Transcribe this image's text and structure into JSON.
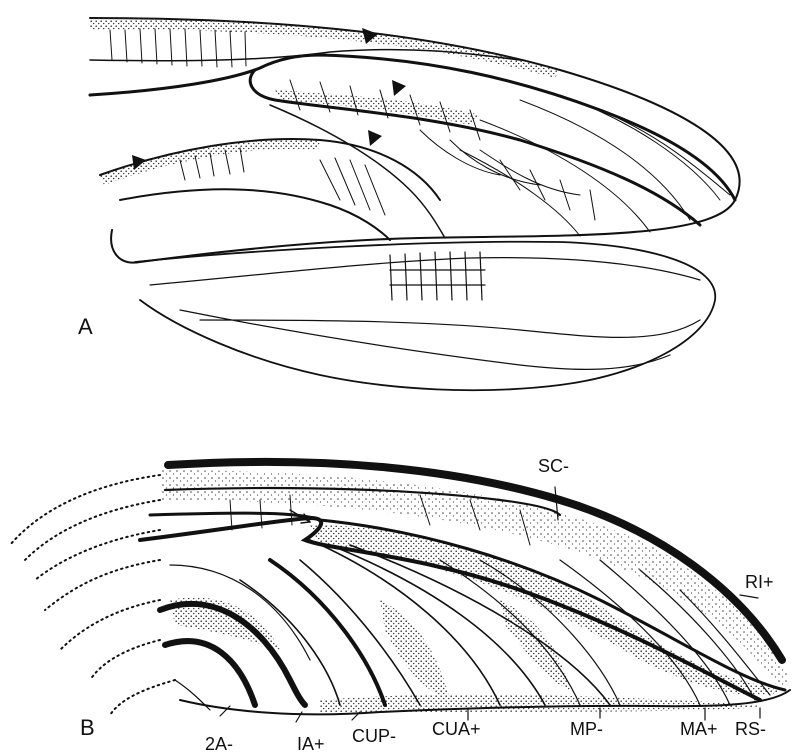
{
  "panels": [
    {
      "id": "A",
      "label": "A"
    },
    {
      "id": "B",
      "label": "B"
    }
  ],
  "vein_labels": [
    {
      "key": "sc",
      "text": "SC-"
    },
    {
      "key": "r1",
      "text": "RI+"
    },
    {
      "key": "rs",
      "text": "RS-"
    },
    {
      "key": "ma",
      "text": "MA+"
    },
    {
      "key": "mp",
      "text": "MP-"
    },
    {
      "key": "cua",
      "text": "CUA+"
    },
    {
      "key": "cup",
      "text": "CUP-"
    },
    {
      "key": "1a",
      "text": "IA+"
    },
    {
      "key": "2a",
      "text": "2A-"
    }
  ],
  "colors": {
    "ink": "#111111",
    "stipple": "#555555",
    "background": "#ffffff"
  }
}
